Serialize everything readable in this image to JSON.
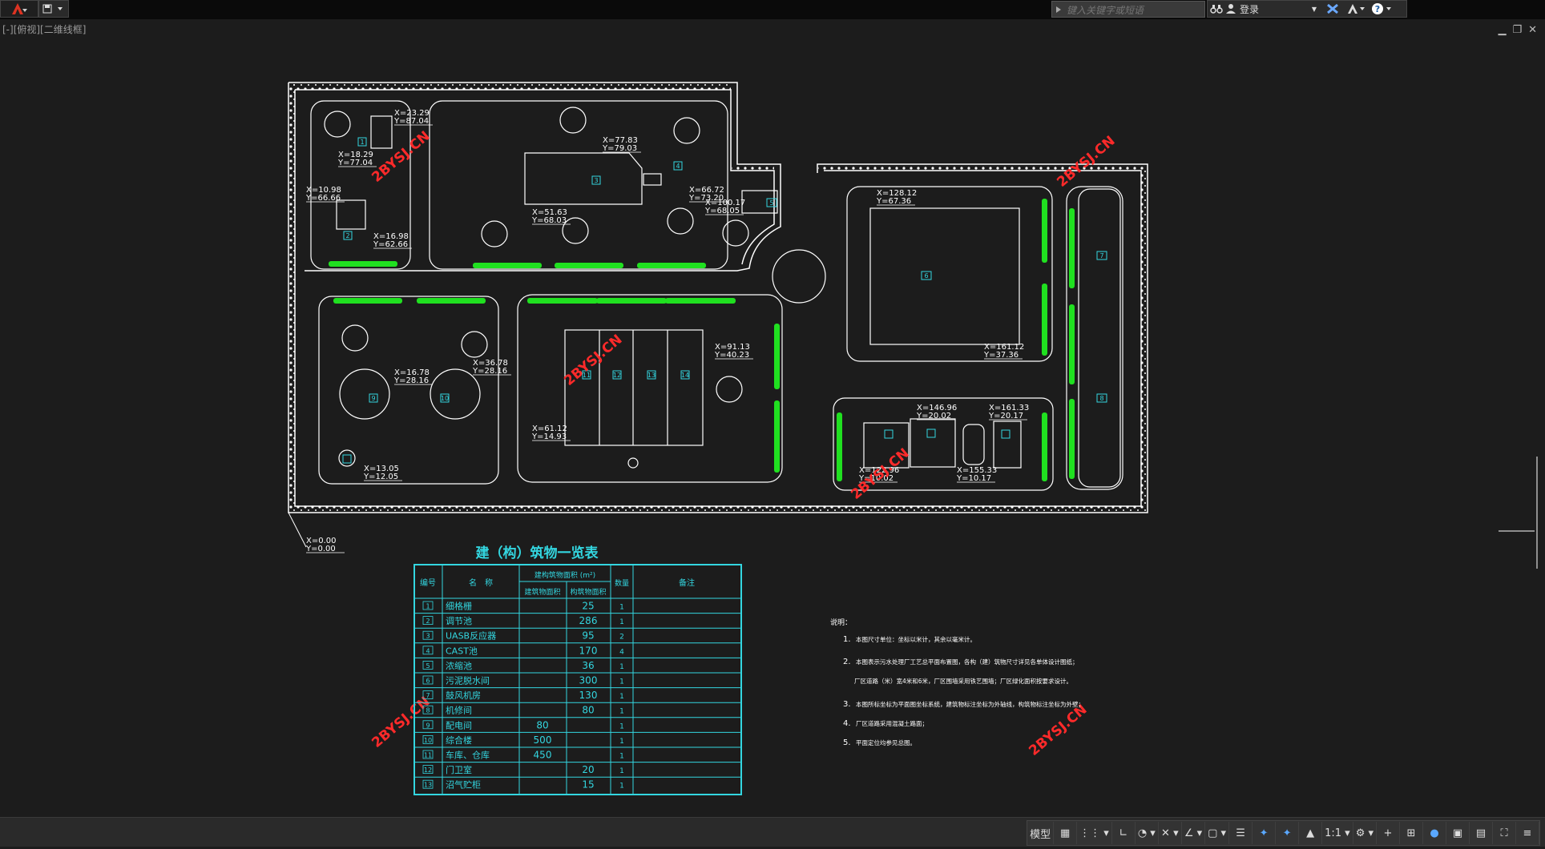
{
  "toolbar": {
    "search_placeholder": "键入关键字或短语",
    "login_label": "登录",
    "zoom_label": "1:1",
    "model_label": "模型"
  },
  "view": {
    "label": "[-][俯视][二维线框]"
  },
  "watermark": "2BYSJ.CN",
  "coords": [
    {
      "x": "X=23.29",
      "y": "Y=87.04"
    },
    {
      "x": "X=18.29",
      "y": "Y=77.04"
    },
    {
      "x": "X=10.98",
      "y": "Y=66.66"
    },
    {
      "x": "X=16.98",
      "y": "Y=62.66"
    },
    {
      "x": "X=77.83",
      "y": "Y=79.03"
    },
    {
      "x": "X=66.72",
      "y": "Y=73.20"
    },
    {
      "x": "X=100.17",
      "y": "Y=68.05"
    },
    {
      "x": "X=51.63",
      "y": "Y=68.03"
    },
    {
      "x": "X=128.12",
      "y": "Y=67.36"
    },
    {
      "x": "X=161.12",
      "y": "Y=37.36"
    },
    {
      "x": "X=16.78",
      "y": "Y=28.16"
    },
    {
      "x": "X=36.78",
      "y": "Y=28.16"
    },
    {
      "x": "X=13.05",
      "y": "Y=12.05"
    },
    {
      "x": "X=91.13",
      "y": "Y=40.23"
    },
    {
      "x": "X=61.12",
      "y": "Y=14.93"
    },
    {
      "x": "X=146.96",
      "y": "Y=20.02"
    },
    {
      "x": "X=161.33",
      "y": "Y=20.17"
    },
    {
      "x": "X=155.33",
      "y": "Y=10.17"
    },
    {
      "x": "X=122.96",
      "y": "Y=10.02"
    },
    {
      "x": "X=0.00",
      "y": "Y=0.00"
    }
  ],
  "building_tags": [
    "1",
    "2",
    "3",
    "4",
    "5",
    "6",
    "7",
    "8",
    "9",
    "10",
    "11",
    "12",
    "13",
    "14"
  ],
  "table": {
    "title": "建（构）筑物一览表",
    "headers": {
      "no": "编号",
      "name": "名　称",
      "area_group": "建构筑物面积 (m²)",
      "building_area": "建筑物面积",
      "structure_area": "构筑物面积",
      "qty": "数量",
      "remark": "备注"
    },
    "rows": [
      {
        "no": "1",
        "name": "细格栅",
        "b": "",
        "s": "25",
        "q": "1"
      },
      {
        "no": "2",
        "name": "调节池",
        "b": "",
        "s": "286",
        "q": "1"
      },
      {
        "no": "3",
        "name": "UASB反应器",
        "b": "",
        "s": "95",
        "q": "2"
      },
      {
        "no": "4",
        "name": "CAST池",
        "b": "",
        "s": "170",
        "q": "4"
      },
      {
        "no": "5",
        "name": "浓缩池",
        "b": "",
        "s": "36",
        "q": "1"
      },
      {
        "no": "6",
        "name": "污泥脱水间",
        "b": "",
        "s": "300",
        "q": "1"
      },
      {
        "no": "7",
        "name": "鼓风机房",
        "b": "",
        "s": "130",
        "q": "1"
      },
      {
        "no": "8",
        "name": "机修间",
        "b": "",
        "s": "80",
        "q": "1"
      },
      {
        "no": "9",
        "name": "配电间",
        "b": "80",
        "s": "",
        "q": "1"
      },
      {
        "no": "10",
        "name": "综合楼",
        "b": "500",
        "s": "",
        "q": "1"
      },
      {
        "no": "11",
        "name": "车库、仓库",
        "b": "450",
        "s": "",
        "q": "1"
      },
      {
        "no": "12",
        "name": "门卫室",
        "b": "",
        "s": "20",
        "q": "1"
      },
      {
        "no": "13",
        "name": "沼气贮柜",
        "b": "",
        "s": "15",
        "q": "1"
      }
    ]
  },
  "notes": {
    "title": "说明：",
    "items": [
      {
        "n": "1.",
        "text": "本图尺寸单位：坐标以米计，其余以毫米计。"
      },
      {
        "n": "2.",
        "text": "本图表示污水处理厂工艺总平面布置图，各构（建）筑物尺寸详见各单体设计图纸；"
      },
      {
        "n": "",
        "text": "厂区道路（米）宽4米和6米，厂区围墙采用铁艺围墙；厂区绿化面积按要求设计。"
      },
      {
        "n": "3.",
        "text": "本图所标坐标为平面图坐标系统，建筑物标注坐标为外轴线，构筑物标注坐标为外壁；"
      },
      {
        "n": "4.",
        "text": "厂区道路采用混凝土路面；"
      },
      {
        "n": "5.",
        "text": "平面定位均参见总图。"
      }
    ]
  },
  "colors": {
    "cyan": "#33d6e0",
    "green": "#20e020",
    "red": "#ff2a2a",
    "line": "#ffffff",
    "background": "#1c1c1c"
  }
}
